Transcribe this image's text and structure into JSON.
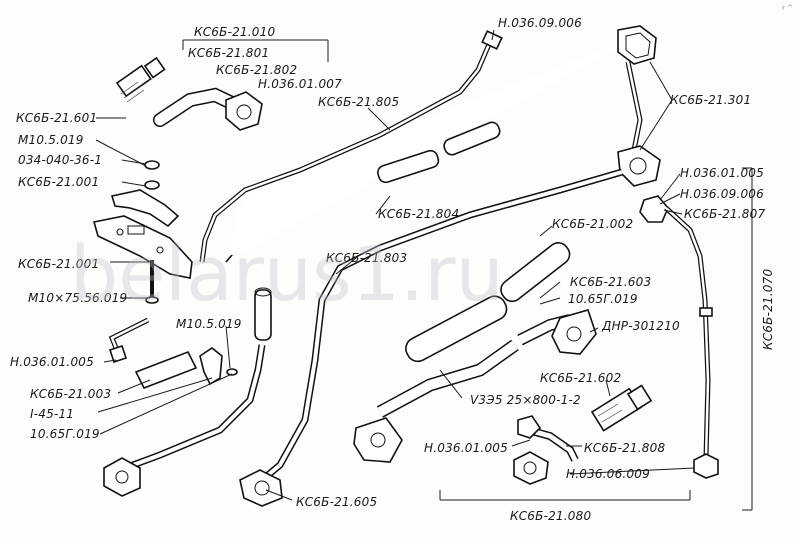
{
  "watermark": "belarus1.ru",
  "corner_mark": "r ^",
  "labels": {
    "k_21_010": "КС6Б-21.010",
    "k_21_801": "КС6Б-21.801",
    "k_21_802": "КС6Б-21.802",
    "n_036_01_007": "Н.036.01.007",
    "n_036_09_006_top": "Н.036.09.006",
    "k_21_805": "КС6Б-21.805",
    "k_21_301": "КС6Б-21.301",
    "k_21_601": "КС6Б-21.601",
    "m10_5_019_a": "М10.5.019",
    "c_034_040": "034-040-36-1",
    "k_21_001_a": "КС6Б-21.001",
    "k_21_804": "КС6Б-21.804",
    "n_036_01_005_r": "Н.036.01.005",
    "n_036_09_006_r": "Н.036.09.006",
    "k_21_807": "КС6Б-21.807",
    "k_21_002": "КС6Б-21.002",
    "k_21_803": "КС6Б-21.803",
    "k_21_001_b": "КС6Б-21.001",
    "k_21_603": "КС6Б-21.603",
    "g_10_65_019_r": "10.65Г.019",
    "k_21_070": "КС6Б-21.070",
    "m10_75_56": "М10×75.56.019",
    "m10_5_019_b": "М10.5.019",
    "dnr": "ДНР-301210",
    "n_036_01_005_l": "Н.036.01.005",
    "k_21_602": "КС6Б-21.602",
    "k_21_003": "КС6Б-21.003",
    "hose_v3": "V3Э5 25×800-1-2",
    "i_45_11": "I-45-11",
    "g_10_65_019_l": "10.65Г.019",
    "n_036_01_005_m": "Н.036.01.005",
    "k_21_808": "КС6Б-21.808",
    "n_036_06_009": "Н.036.06.009",
    "k_21_605": "КС6Б-21.605",
    "k_21_080": "КС6Б-21.080"
  }
}
